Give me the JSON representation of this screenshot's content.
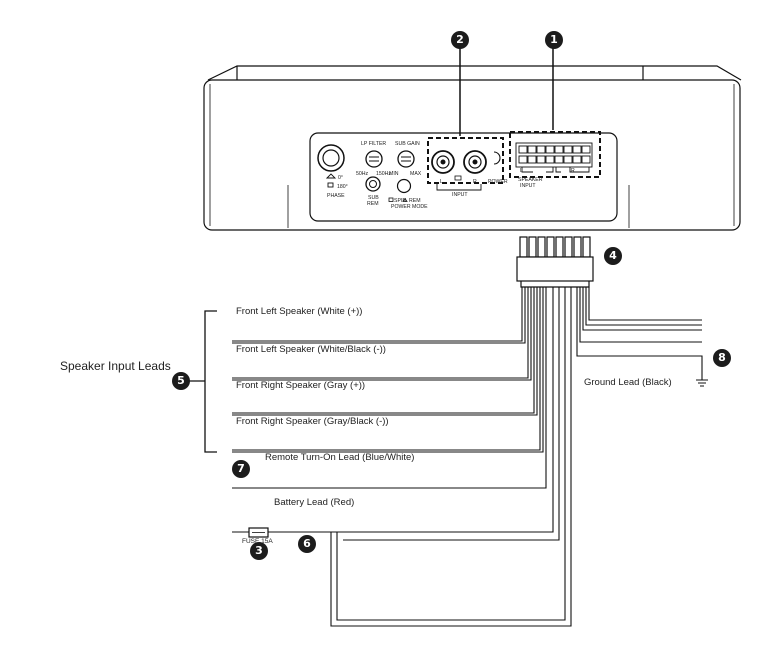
{
  "callouts": [
    "1",
    "2",
    "3",
    "4",
    "5",
    "6",
    "7",
    "8"
  ],
  "group_label": "Speaker Input Leads",
  "leads": {
    "front_left_pos": "Front Left Speaker (White (+))",
    "front_left_neg": "Front Left Speaker (White/Black (-))",
    "front_right_pos": "Front Right Speaker (Gray (+))",
    "front_right_neg": "Front Right Speaker (Gray/Black (-))",
    "remote": "Remote Turn-On Lead (Blue/White)",
    "battery": "Battery Lead (Red)",
    "ground": "Ground Lead (Black)"
  },
  "fuse": "FUSE 15A",
  "panel": {
    "lp_filter": "LP FILTER",
    "sub_gain": "SUB GAIN",
    "hz50": "50Hz",
    "hz150": "150Hz",
    "mv": "MIN",
    "max": "MAX",
    "deg0": "0°",
    "deg180": "180°",
    "phase": "PHASE",
    "sub_rem": "SUB",
    "sub_rem2": "REM",
    "spin": "SPIN",
    "rem": "REM",
    "power_mode": "POWER MODE",
    "power": "POWER",
    "input": "INPUT",
    "l": "L",
    "r": "R",
    "speaker_input": "SPEAKER",
    "speaker_input2": "INPUT"
  }
}
